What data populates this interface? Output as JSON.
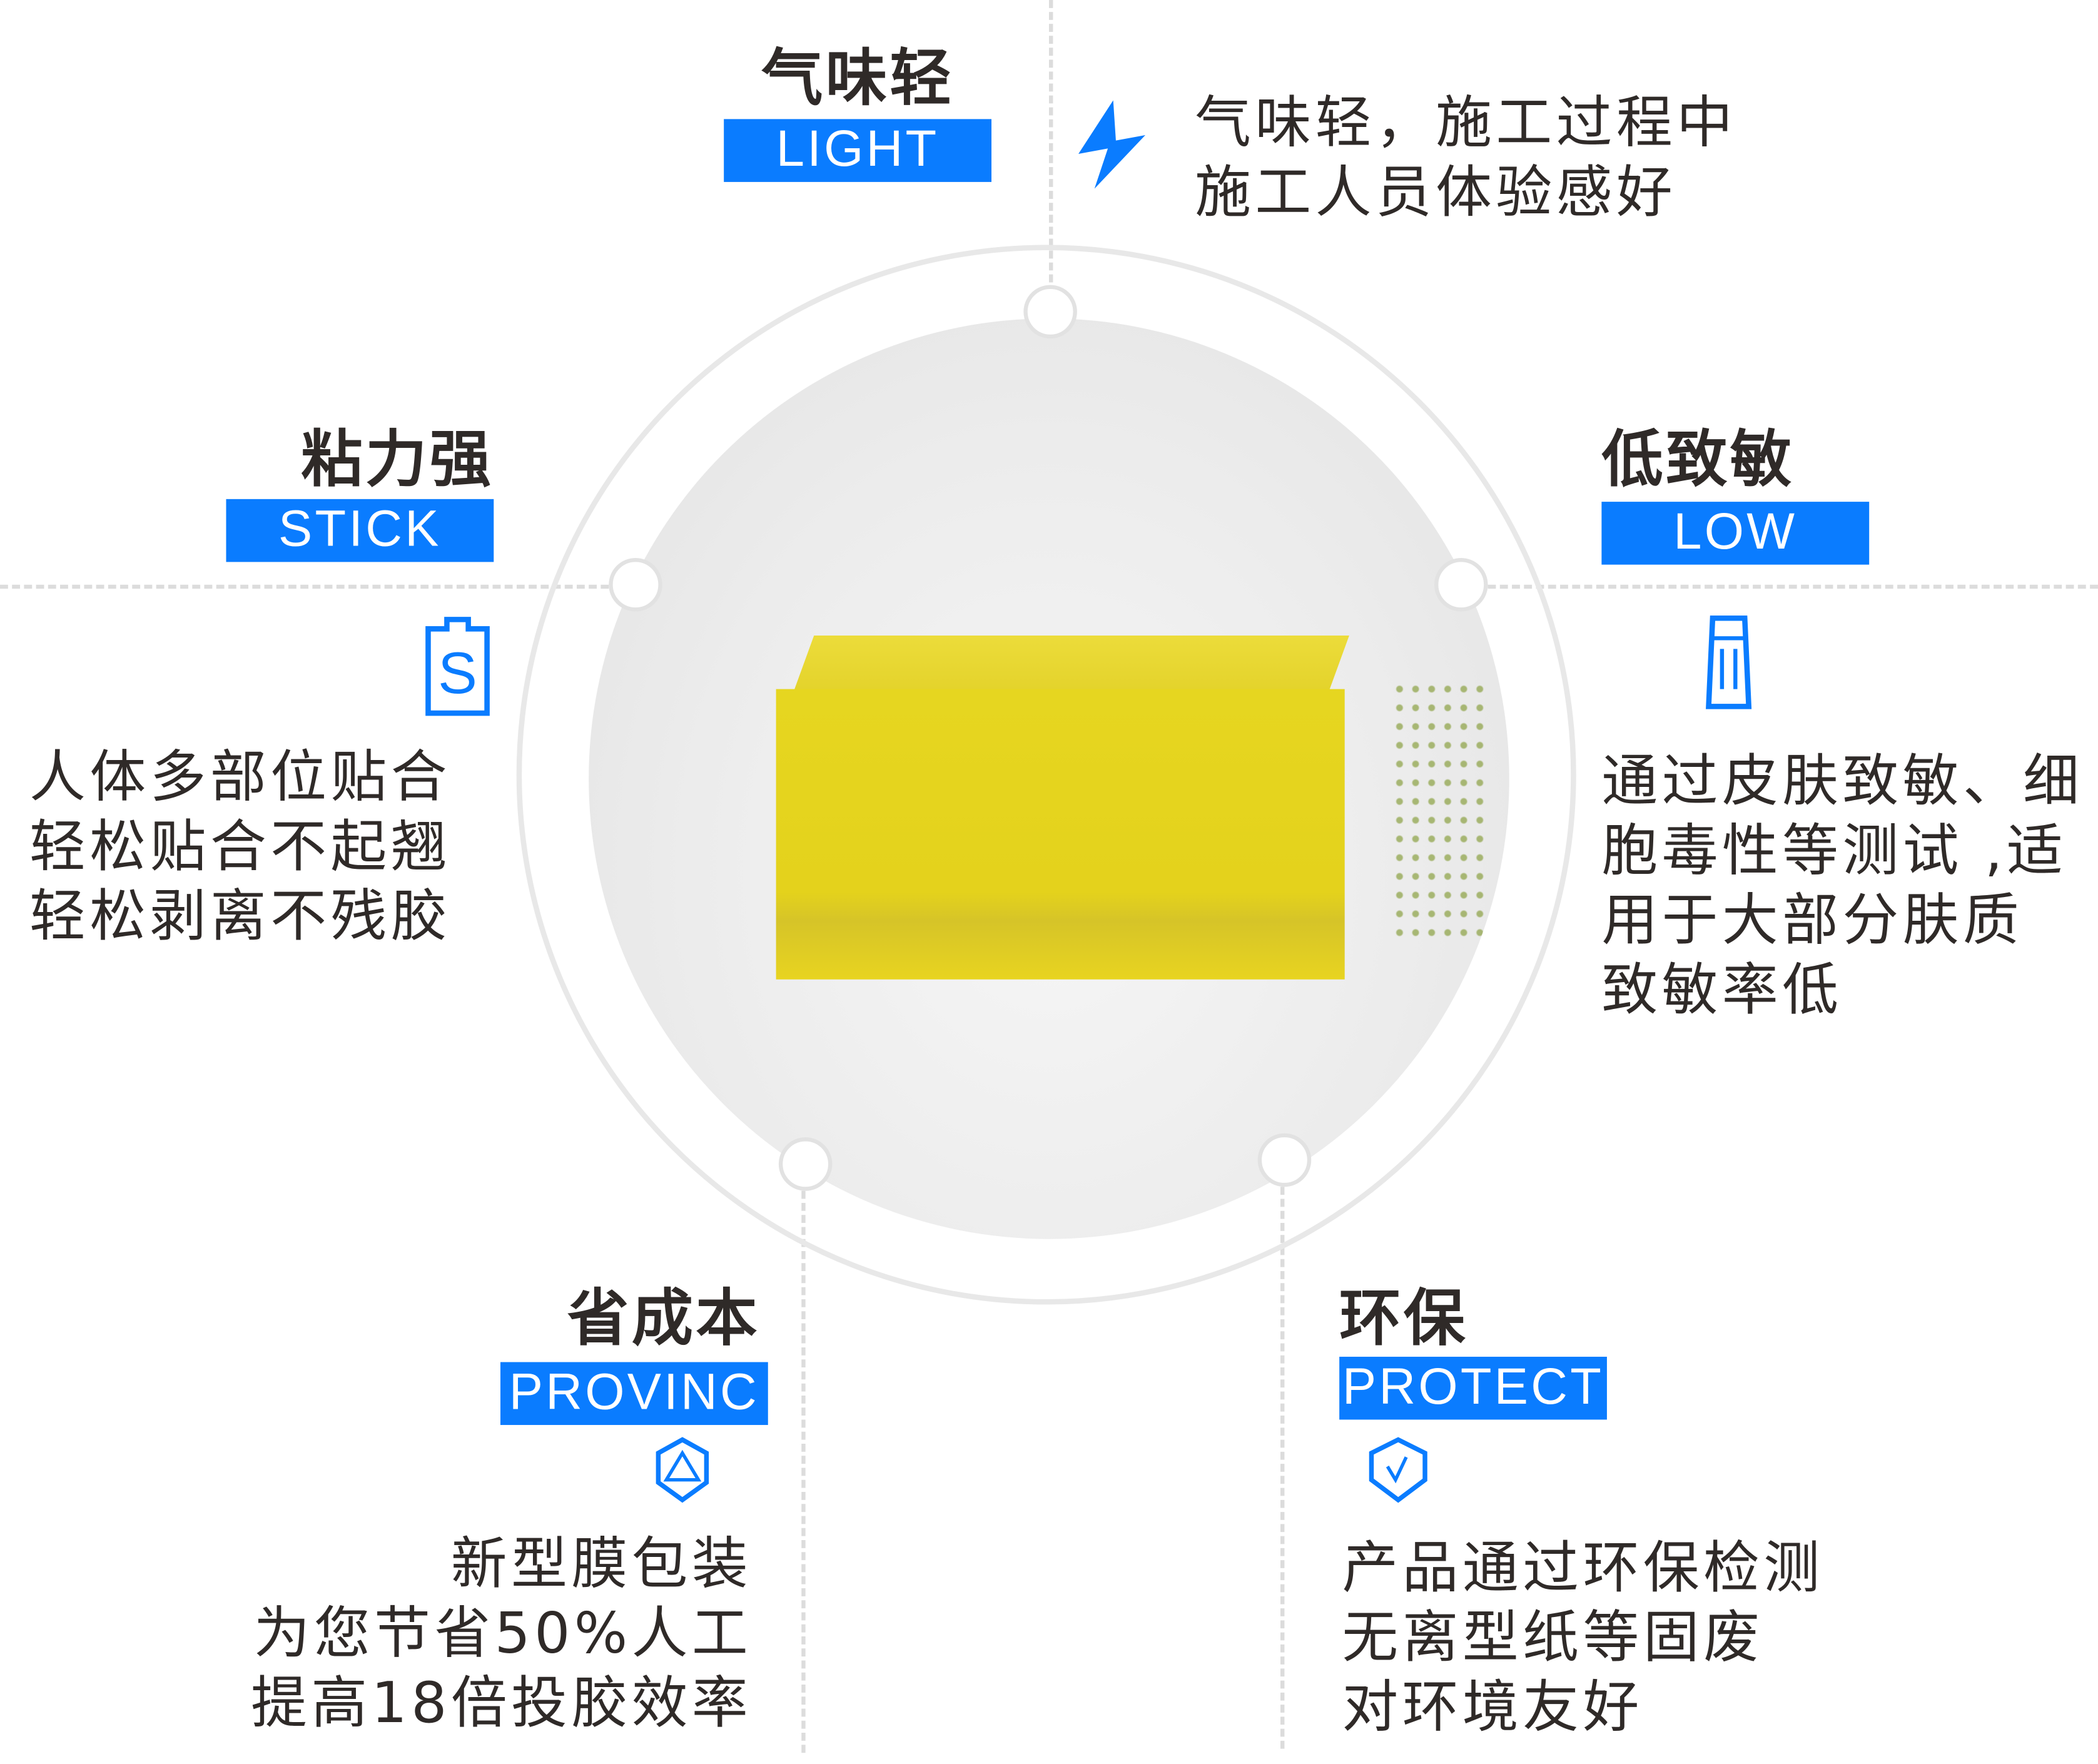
{
  "colors": {
    "accent": "#0a7cff",
    "text": "#2f2a28",
    "product": "#e6d420"
  },
  "product_image": {
    "description_icon": "yellow-glue-block"
  },
  "features": {
    "light": {
      "title": "气味轻",
      "tag": "LIGHT",
      "icon": "lightning-icon",
      "lines": [
        "气味轻，施工过程中",
        "施工人员体验感好"
      ]
    },
    "stick": {
      "title": "粘力强",
      "tag": "STICK",
      "icon": "s-battery-icon",
      "lines": [
        "人体多部位贴合",
        "轻松贴合不起翘",
        "轻松剥离不残胶"
      ]
    },
    "low": {
      "title": "低致敏",
      "tag": "LOW",
      "icon": "tube-icon",
      "lines": [
        "通过皮肤致敏、细",
        "胞毒性等测试 ,适",
        "用于大部分肤质",
        "致敏率低"
      ]
    },
    "provinc": {
      "title": "省成本",
      "tag": "PROVINC",
      "icon": "shield-triangle-icon",
      "lines": [
        "新型膜包装",
        "为您节省50%人工",
        "提高18倍投胶效率"
      ]
    },
    "protect": {
      "title": "环保",
      "tag": "PROTECT",
      "icon": "shield-check-icon",
      "lines": [
        "产品通过环保检测",
        "无离型纸等固废",
        "对环境友好"
      ]
    }
  }
}
